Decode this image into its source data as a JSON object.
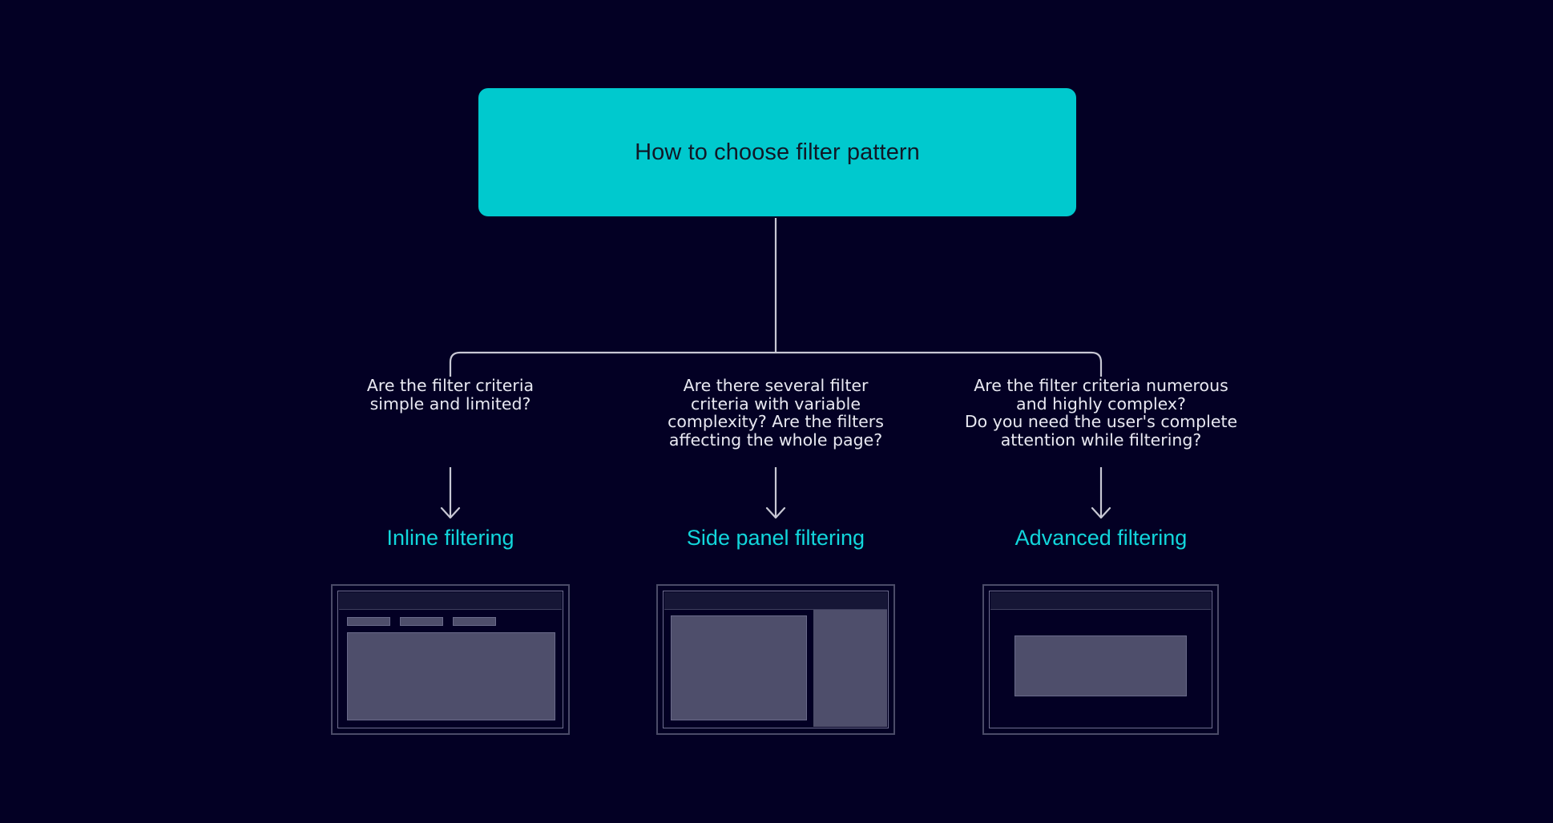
{
  "background_color": "#030024",
  "accent_color": "#00c9ce",
  "result_text_color": "#12d6dc",
  "connector_color": "#c8c8d4",
  "root": {
    "label": "How to choose filter pattern"
  },
  "branches": [
    {
      "id": "inline",
      "question": "Are the filter criteria\nsimple and limited?",
      "result": "Inline filtering",
      "wireframe": "inline-filter-wireframe"
    },
    {
      "id": "side-panel",
      "question": "Are there several filter\ncriteria with variable\ncomplexity? Are the filters\naffecting the whole page?",
      "result": "Side panel filtering",
      "wireframe": "side-panel-filter-wireframe"
    },
    {
      "id": "advanced",
      "question": "Are the filter criteria numerous\nand highly complex?\nDo you need the user's complete\nattention while filtering?",
      "result": "Advanced filtering",
      "wireframe": "advanced-filter-wireframe"
    }
  ]
}
